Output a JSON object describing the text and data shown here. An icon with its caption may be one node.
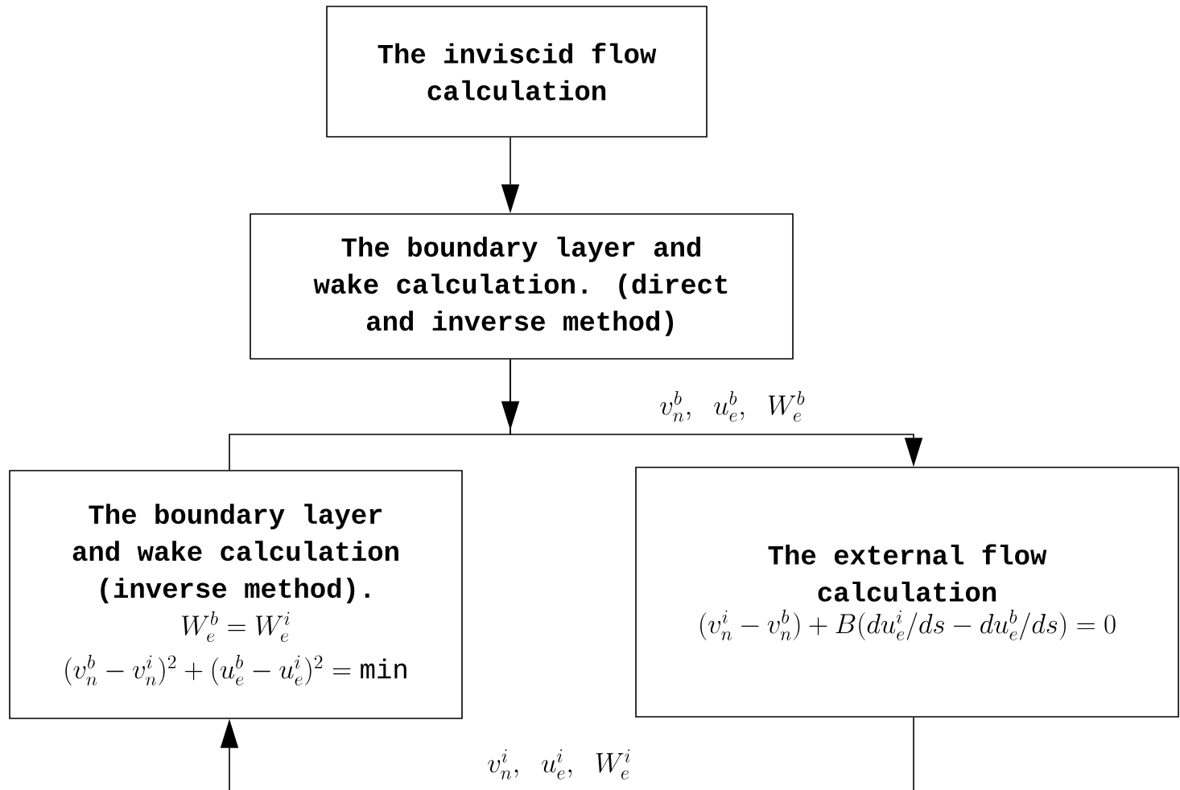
{
  "diagram": {
    "nodes": [
      {
        "text": [
          "The inviscid flow calculation"
        ]
      },
      {
        "text": [
          "The boundary layer and wake calculation. (direct and inverse method)"
        ]
      },
      {
        "text": [
          "The boundary layer and wake calculation (inverse method).",
          "W_{e}^{b}= W_{e}^{i}",
          "(v_{n}^{b}-v_{n}^{i})^{2}+(u_{e}^{b}-u_{e}^{i})^{2}=\\mathrm{min}"
        ]
      },
      {
        "text": [
          "The external flow calculation",
          "(v_{n}^{i}-v_{n}^{b})+B(du_{e}^{i}/ds-du_{e}^{b}/ds)=0"
        ]
      }
    ],
    "edges": [
      {
        "from": 0,
        "to": 1,
        "arrow": "to"
      },
      {
        "from": 1,
        "to": 2,
        "arrow": "none"
      },
      {
        "from": 1,
        "to": 3,
        "arrow": "to"
      },
      {
        "from": 3,
        "to": null,
        "arrow": "none"
      },
      {
        "from": null,
        "to": 2,
        "arrow": "to"
      }
    ],
    "labels": [
      "v_{n}^{b},\\ u_{e}^{b},\\ W_{e}^{b}",
      "v_{n}^{i},\\ u_{e}^{i},\\ W_{e}^{i}"
    ]
  }
}
